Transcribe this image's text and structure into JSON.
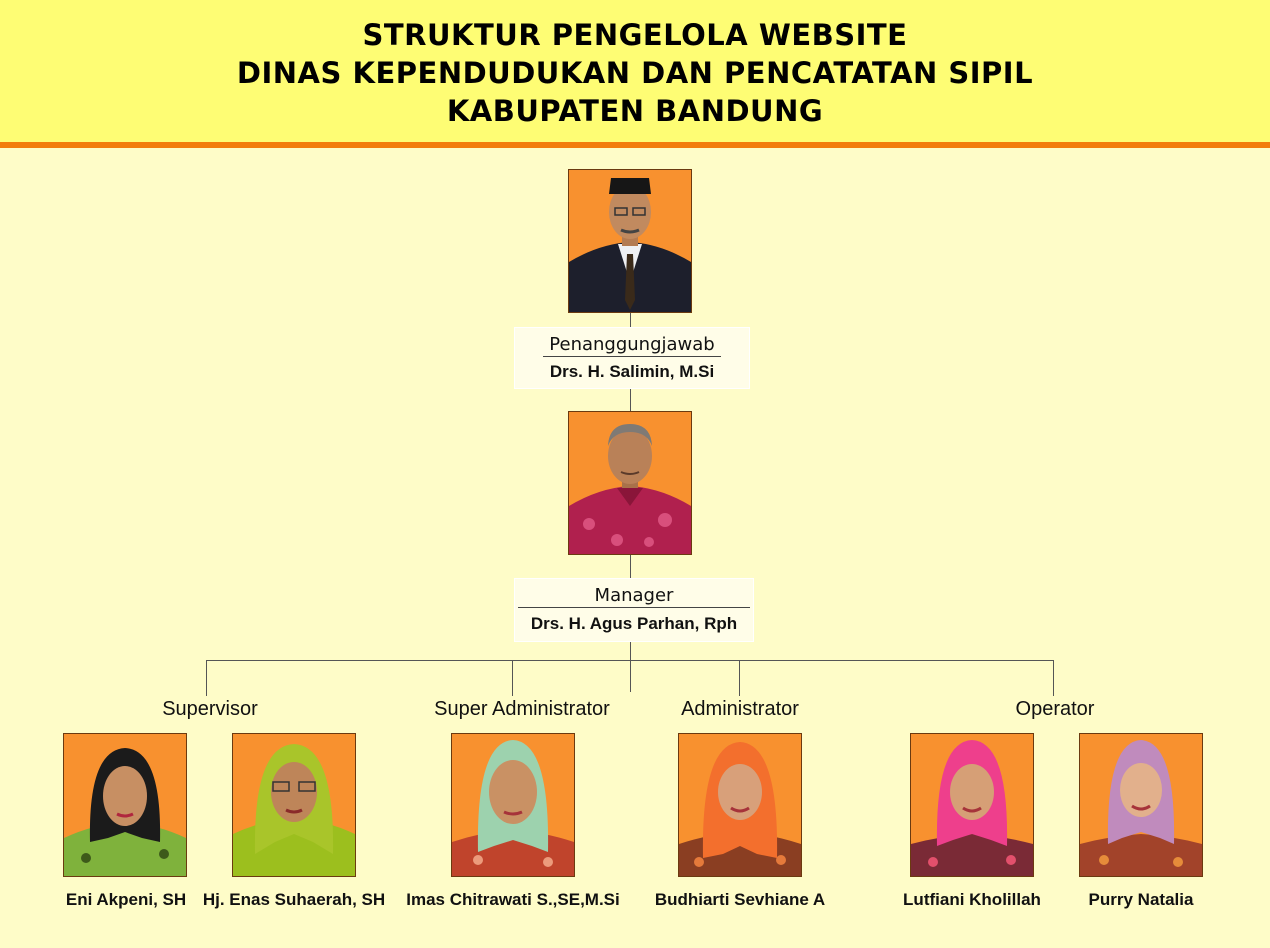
{
  "header": {
    "line1": "STRUKTUR PENGELOLA WEBSITE",
    "line2": "DINAS KEPENDUDUKAN DAN PENCATATAN SIPIL",
    "line3": "KABUPATEN BANDUNG"
  },
  "top": {
    "role": "Penanggungjawab",
    "name": "Drs. H. Salimin, M.Si"
  },
  "manager": {
    "role": "Manager",
    "name": "Drs. H. Agus Parhan, Rph"
  },
  "groups": {
    "supervisor": "Supervisor",
    "super_admin": "Super Administrator",
    "administrator": "Administrator",
    "operator": "Operator"
  },
  "staff": [
    {
      "name": "Eni Akpeni, SH"
    },
    {
      "name": "Hj. Enas Suhaerah, SH"
    },
    {
      "name": "Imas Chitrawati S.,SE,M.Si"
    },
    {
      "name": "Budhiarti Sevhiane A"
    },
    {
      "name": "Lutfiani Kholillah"
    },
    {
      "name": "Purry Natalia"
    }
  ],
  "colors": {
    "header_bg": "#fefd74",
    "header_rule": "#f27d0c",
    "page_bg": "#fefcc8",
    "photo_bg": "#f8912f"
  }
}
